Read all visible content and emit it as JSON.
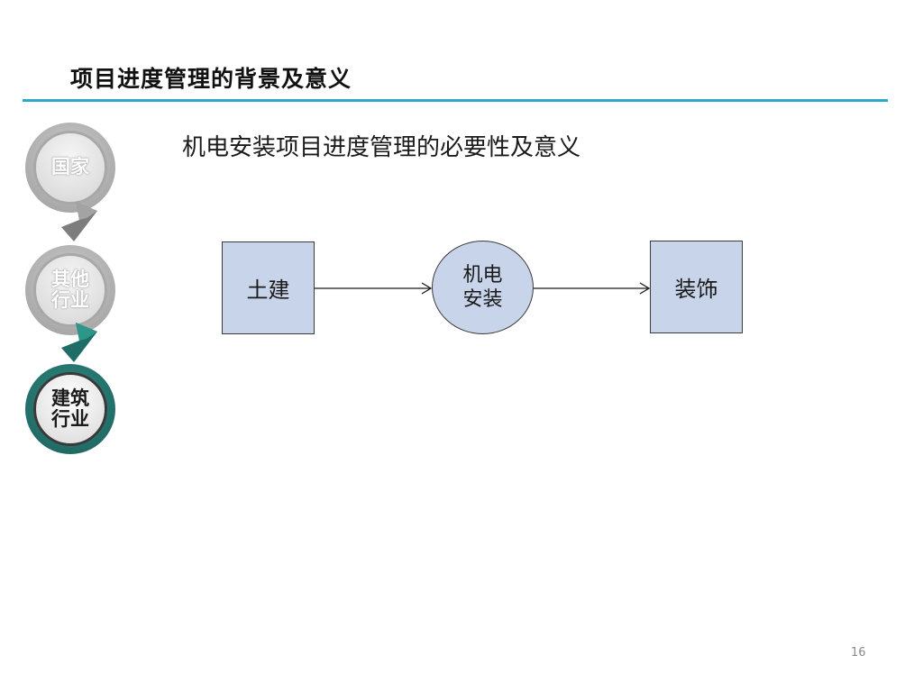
{
  "slide": {
    "title": "项目进度管理的背景及意义",
    "subtitle": "机电安装项目进度管理的必要性及意义",
    "page_number": "16"
  },
  "nav": {
    "items": [
      {
        "line1": "国家",
        "line2": "",
        "state": "inactive"
      },
      {
        "line1": "其他",
        "line2": "行业",
        "state": "inactive"
      },
      {
        "line1": "建筑",
        "line2": "行业",
        "state": "active"
      }
    ]
  },
  "diagram": {
    "nodes": [
      {
        "label_line1": "土建",
        "label_line2": "",
        "shape": "rectangle"
      },
      {
        "label_line1": "机电",
        "label_line2": "安装",
        "shape": "circle"
      },
      {
        "label_line1": "装饰",
        "label_line2": "",
        "shape": "rectangle"
      }
    ]
  },
  "colors": {
    "accent_rule": "#2aa9c9",
    "node_fill": "#c8d4ea",
    "nav_active": "#1d5f5a",
    "nav_inactive": "#9b9b9b"
  }
}
